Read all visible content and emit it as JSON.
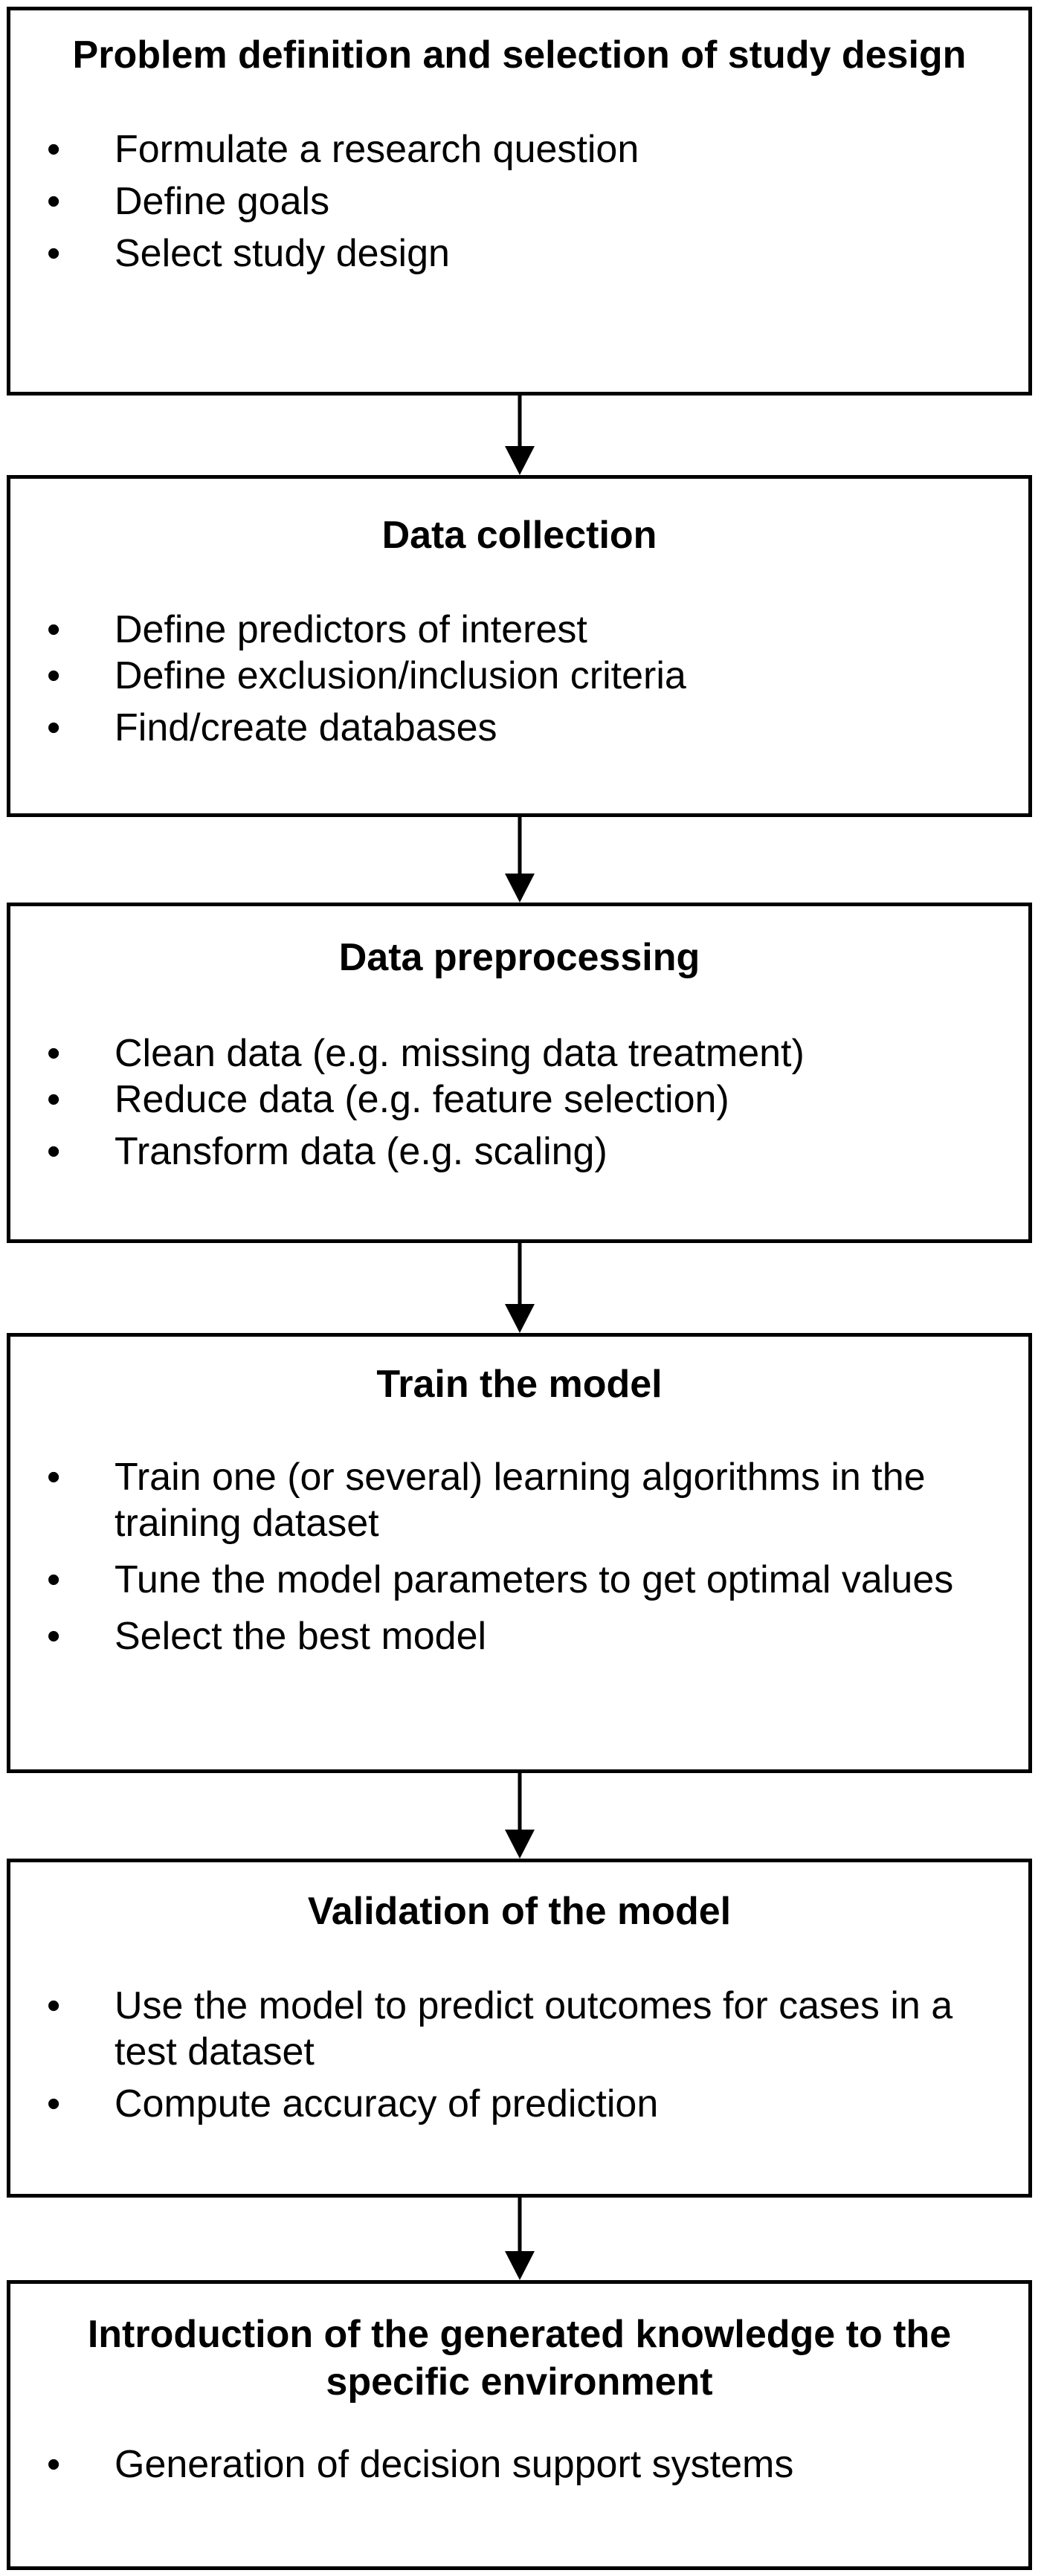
{
  "steps": [
    {
      "title": "Problem definition and selection of study design",
      "items": [
        "Formulate a research question",
        "Define goals",
        "Select study design"
      ]
    },
    {
      "title": "Data collection",
      "items": [
        "Define predictors of interest",
        "Define exclusion/inclusion criteria",
        "Find/create databases"
      ]
    },
    {
      "title": "Data preprocessing",
      "items": [
        "Clean data (e.g. missing data treatment)",
        "Reduce data (e.g. feature selection)",
        "Transform data (e.g. scaling)"
      ]
    },
    {
      "title": "Train the model",
      "items": [
        "Train one (or several) learning algorithms in the training dataset",
        "Tune the model parameters to get optimal values",
        "Select the best model"
      ]
    },
    {
      "title": "Validation of the model",
      "items": [
        "Use the model to predict outcomes for cases in a  test dataset",
        "Compute accuracy of prediction"
      ]
    },
    {
      "title": "Introduction of the generated knowledge to the specific environment",
      "items": [
        "Generation of decision support systems"
      ]
    }
  ],
  "bullet_char": "•"
}
